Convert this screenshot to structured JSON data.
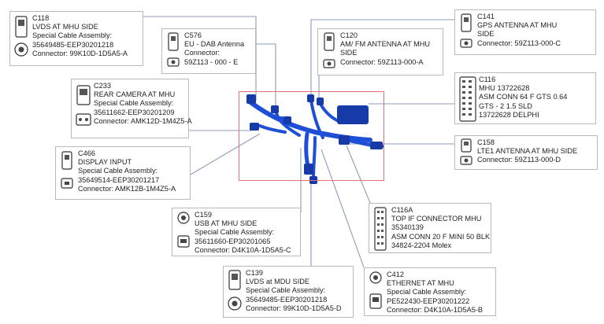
{
  "callouts": {
    "c118": {
      "id": "C118",
      "title": "LVDS AT MHU SIDE",
      "lines": [
        "Special Cable Assembly:",
        "35649485-EEP30201218",
        "Connector: 99K10D-1D5A5-A"
      ],
      "icon": "lvds-connector-icon"
    },
    "c576": {
      "id": "C576",
      "title": "EU - DAB Antenna",
      "lines": [
        "Connector:",
        "59Z113 - 000 - E"
      ],
      "icon": "antenna-connector-icon"
    },
    "c120": {
      "id": "C120",
      "title": "AM/ FM ANTENNA AT MHU",
      "lines": [
        "SIDE",
        "Connector: 59Z113-000-A"
      ],
      "icon": "antenna-connector-icon"
    },
    "c141": {
      "id": "C141",
      "title": "GPS ANTENNA AT MHU",
      "lines": [
        "SIDE",
        "Connector: 59Z113-000-C"
      ],
      "icon": "antenna-connector-icon"
    },
    "c233": {
      "id": "C233",
      "title": "REAR CAMERA AT MHU",
      "lines": [
        "Special Cable Assembly:",
        "35611662-EEP30201209",
        "Connector: AMK12D-1M4Z5-A"
      ],
      "icon": "camera-connector-icon"
    },
    "c116": {
      "id": "C116",
      "title": "MHU 13722628",
      "lines": [
        "ASM CONN 64 F GTS 0.64",
        "GTS - 2 1.5 SLD",
        "13722628 DELPHI"
      ],
      "icon": "mhu-connector-icon"
    },
    "c466": {
      "id": "C466",
      "title": "DISPLAY INPUT",
      "lines": [
        "Special Cable Assembly:",
        "35649514-EEP30201217",
        "Connector: AMK12B-1M4Z5-A"
      ],
      "icon": "display-connector-icon"
    },
    "c158": {
      "id": "C158",
      "title": "LTE1 ANTENNA AT MHU SIDE",
      "lines": [
        "Connector: 59Z113-000-D"
      ],
      "icon": "antenna-connector-icon"
    },
    "c159": {
      "id": "C159",
      "title": "USB AT MHU SIDE",
      "lines": [
        "Special Cable Assembly:",
        "35611660-EP30201065",
        "Connector: D4K10A-1D5A5-C"
      ],
      "icon": "usb-connector-icon"
    },
    "c116a": {
      "id": "C116A",
      "title": "TOP IF CONNECTOR MHU",
      "lines": [
        "35340139",
        "ASM CONN 20 F MINI 50 BLK",
        "34824-2204 Molex"
      ],
      "icon": "if-connector-icon"
    },
    "c139": {
      "id": "C139",
      "title": "LVDS at MDU SIDE",
      "lines": [
        "Special Cable Assembly:",
        "35649485-EEP30201218",
        "Connector: 99K10D-1D5A5-D"
      ],
      "icon": "lvds-connector-icon"
    },
    "c412": {
      "id": "C412",
      "title": "ETHERNET AT MHU",
      "lines": [
        "Special Cable Assembly:",
        "PE522430-EEP30201222",
        "Connector: D4K10A-1D5A5-B"
      ],
      "icon": "ethernet-connector-icon"
    }
  },
  "colors": {
    "harness": "#1f4fd6",
    "harness_dark": "#163aa8",
    "leader": "#8c9bb8",
    "zone": "#e0707a",
    "box_border": "#b9b9b9"
  }
}
